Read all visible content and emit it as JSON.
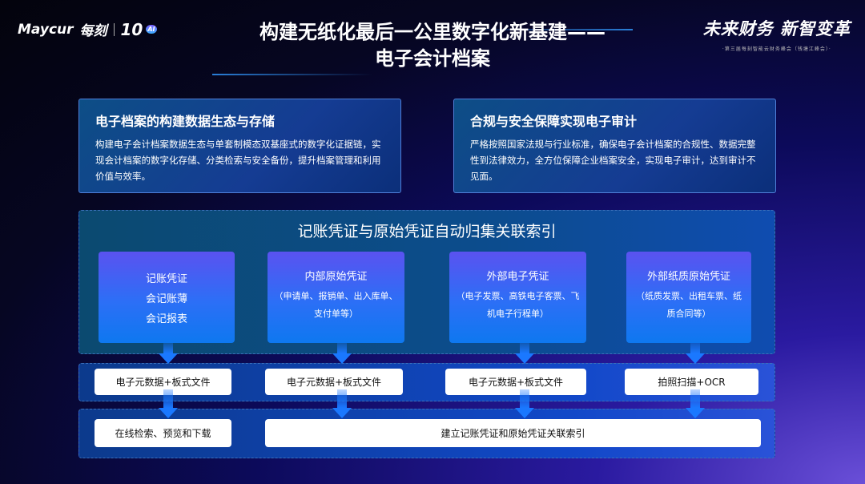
{
  "header": {
    "brand": "Maycur",
    "brand_cn": "每刻",
    "anniversary": "10",
    "anniversary_badge": "AI",
    "title_line1": "构建无纸化最后一公里数字化新基建——",
    "title_line2": "电子会计档案",
    "slogan": "未来财务 新智变革",
    "event": "·第三届每刻智能云财务峰会（钱塘江峰会）·"
  },
  "cards": [
    {
      "title": "电子档案的构建数据生态与存储",
      "body": "构建电子会计档案数据生态与单套制模态双基座式的数字化证据链，实现会计档案的数字化存储、分类检索与安全备份，提升档案管理和利用价值与效率。"
    },
    {
      "title": "合规与安全保障实现电子审计",
      "body": "严格按照国家法规与行业标准，确保电子会计档案的合规性、数据完整性到法律效力，全方位保障企业档案安全，实现电子审计，达到审计不见面。"
    }
  ],
  "diagram": {
    "title": "记账凭证与原始凭证自动归集关联索引",
    "sources": [
      {
        "lines": [
          "记账凭证",
          "会记账薄",
          "会记报表"
        ]
      },
      {
        "title": "内部原始凭证",
        "desc": "（申请单、报销单、出入库单、支付单等）"
      },
      {
        "title": "外部电子凭证",
        "desc": "（电子发票、高铁电子客票、飞机电子行程单）"
      },
      {
        "title": "外部纸质原始凭证",
        "desc": "（纸质发票、出租车票、纸质合同等）"
      }
    ],
    "formats": [
      "电子元数据+板式文件",
      "电子元数据+板式文件",
      "电子元数据+板式文件",
      "拍照扫描+OCR"
    ],
    "outputs": [
      "在线检索、预览和下载",
      "建立记账凭证和原始凭证关联索引"
    ]
  }
}
